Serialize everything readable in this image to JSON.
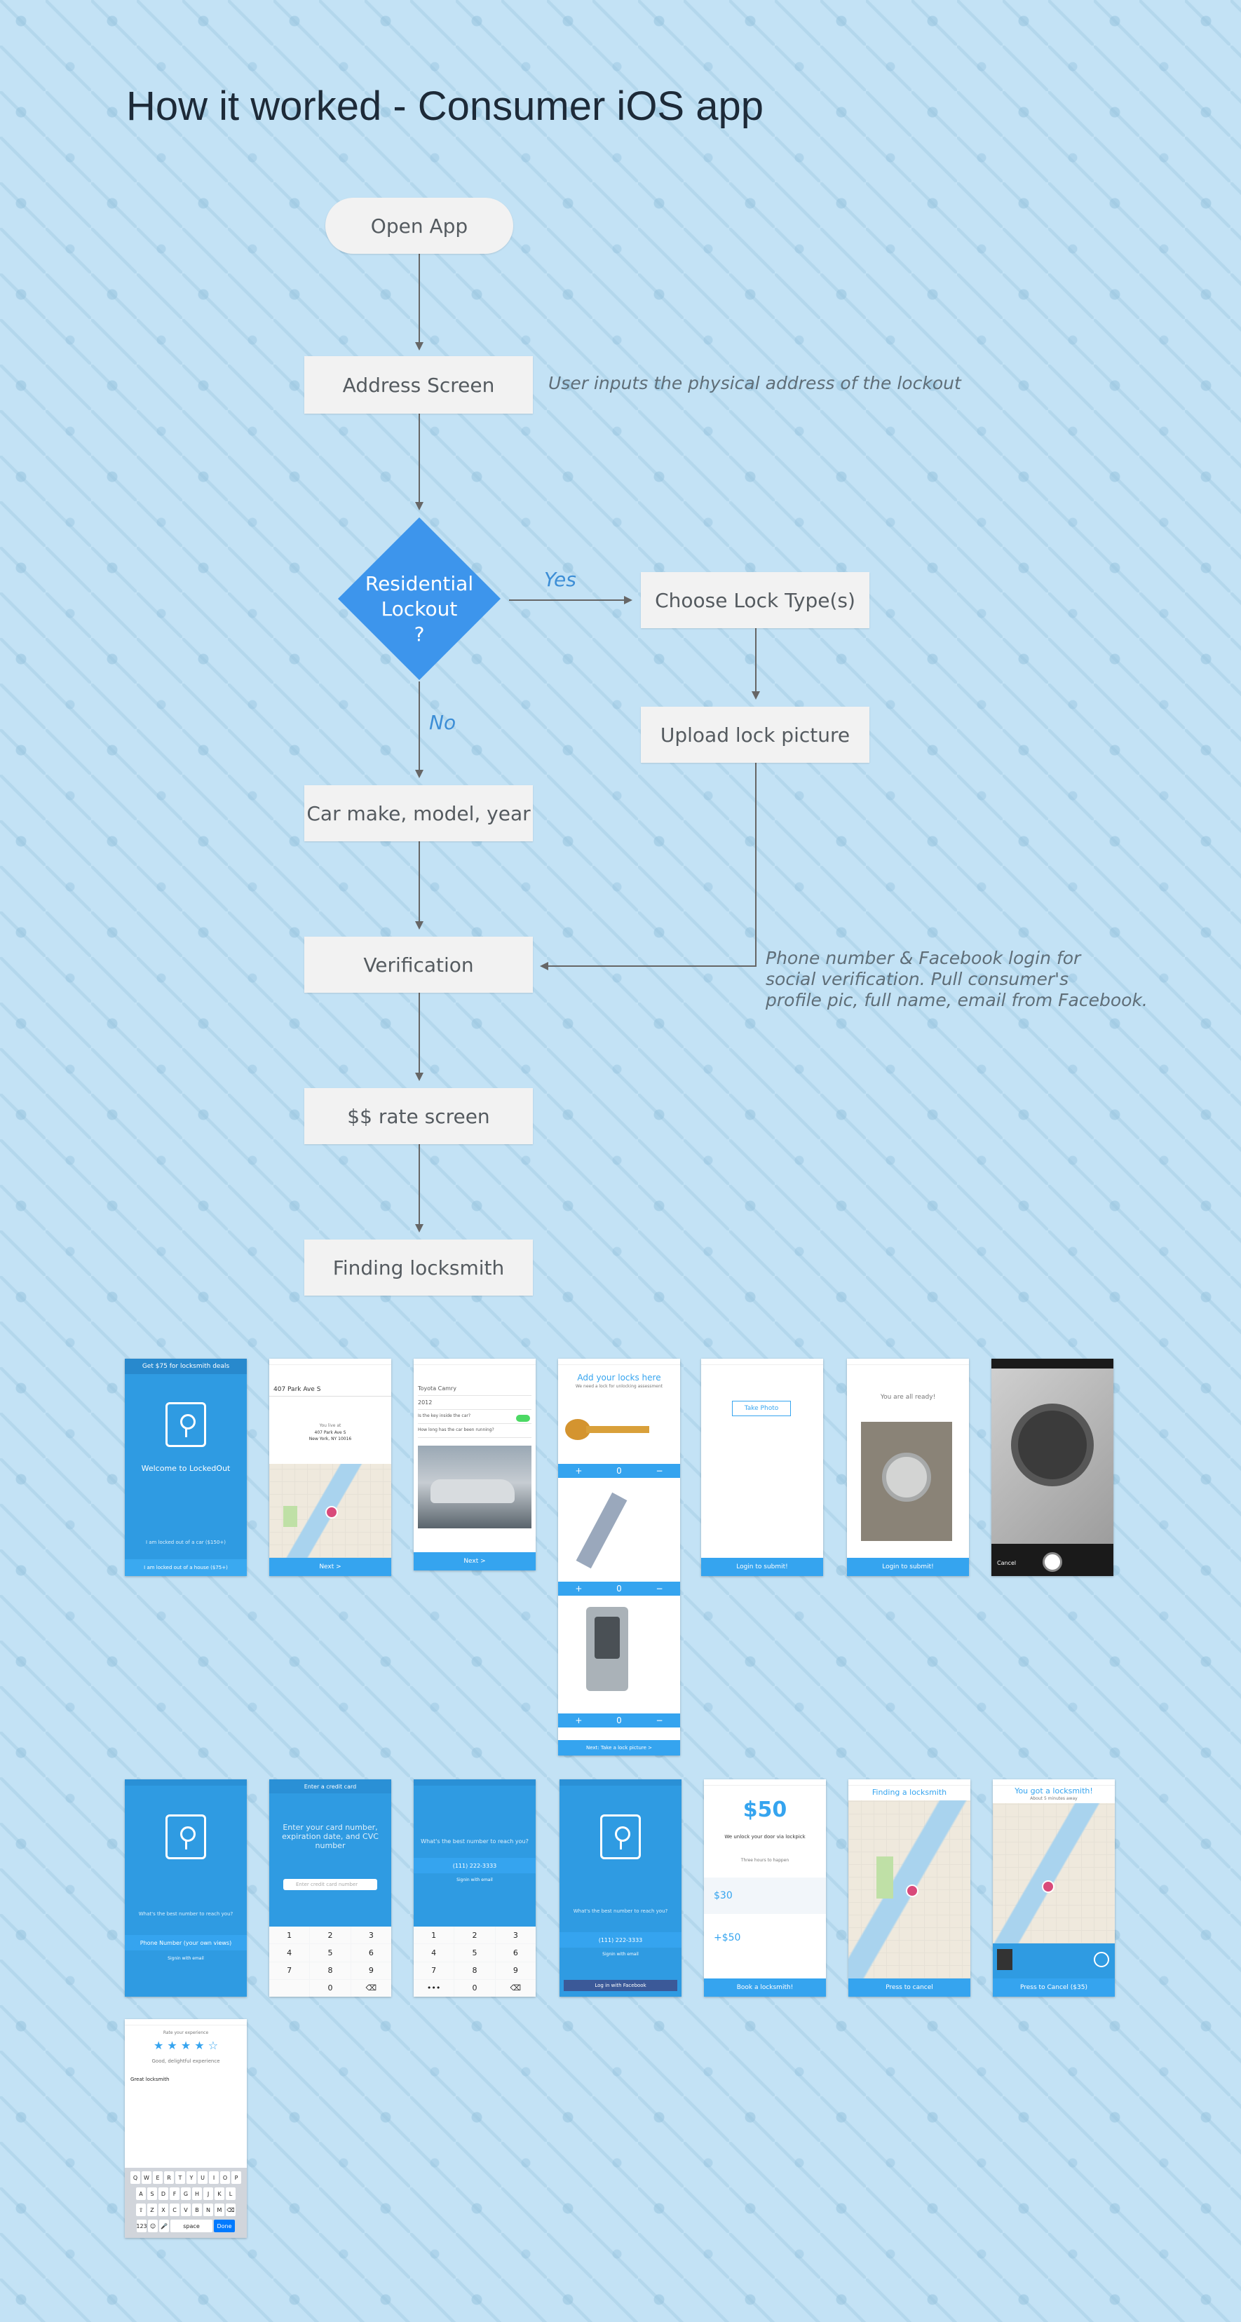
{
  "title": "How it worked - Consumer iOS app",
  "flow": {
    "open_app": "Open App",
    "address": "Address Screen",
    "address_note": "User inputs the physical address of the lockout",
    "decision": [
      "Residential",
      "Lockout",
      "?"
    ],
    "yes": "Yes",
    "no": "No",
    "lock_type": "Choose Lock Type(s)",
    "upload": "Upload lock picture",
    "car": "Car make, model, year",
    "verification": "Verification",
    "verification_note": [
      "Phone number & Facebook login for",
      "social verification. Pull consumer's",
      "profile pic, full name, email from Facebook."
    ],
    "rate": "$$ rate screen",
    "finding": "Finding locksmith"
  },
  "colors": {
    "background": "#c3e2f5",
    "node": "#f2f2f2",
    "decision": "#3d95ec",
    "accent": "#35a4ef"
  },
  "screens": {
    "s1": {
      "header": "Get $75 for locksmith deals",
      "welcome": "Welcome to LockedOut",
      "btn1": "I am locked out of a car ($150+)",
      "btn2": "I am locked out of a house ($75+)"
    },
    "s2": {
      "address": "407 Park Ave S",
      "line1": "You live at",
      "line2": "407 Park Ave S",
      "line3": "New York, NY 10016",
      "button": "Next >"
    },
    "s3": {
      "f1": "Toyota Camry",
      "f2": "2012",
      "f3": "Is the key inside the car?",
      "f4": "How long has the car been running?",
      "button": "Next >"
    },
    "s4": {
      "title": "Add your locks here",
      "sub": "We need a lock for unlocking assessment",
      "qty": "0",
      "button": "Next: Take a lock picture >"
    },
    "s5": {
      "photo": "Take Photo",
      "button": "Login to submit!"
    },
    "s6": {
      "ready": "You are all ready!",
      "button": "Login to submit!"
    },
    "s7": {
      "cancel": "Cancel"
    },
    "s8": {
      "prompt": "What's the best number to reach you?",
      "button": "Phone Number (your own views)",
      "skip": "Signin with email"
    },
    "s9": {
      "header": "Enter a credit card",
      "prompt": "Enter your card number, expiration date, and CVC number",
      "placeholder": "Enter credit card number"
    },
    "s10": {
      "prompt": "What's the best number to reach you?",
      "phone": "(111) 222-3333",
      "skip": "Signin with email"
    },
    "s11": {
      "prompt": "What's the best number to reach you?",
      "phone": "(111) 222-3333",
      "skip": "Signin with email",
      "fb": "Log in with Facebook"
    },
    "s12": {
      "price": "$50",
      "desc": "We unlock your door via lockpick",
      "tag": "Three hours to happen",
      "p2": "$30",
      "p3": "+$50",
      "button": "Book a locksmith!"
    },
    "s13": {
      "title": "Finding a locksmith",
      "button": "Press to cancel"
    },
    "s14": {
      "title": "You got a locksmith!",
      "sub": "About 5 minutes away",
      "button": "Press to Cancel ($35)"
    },
    "s15": {
      "header": "Rate your experience",
      "stars": "★ ★ ★ ★ ☆",
      "feedback": "Good, delightful experience",
      "review": "Great locksmith",
      "done": "Done",
      "space": "space"
    }
  }
}
